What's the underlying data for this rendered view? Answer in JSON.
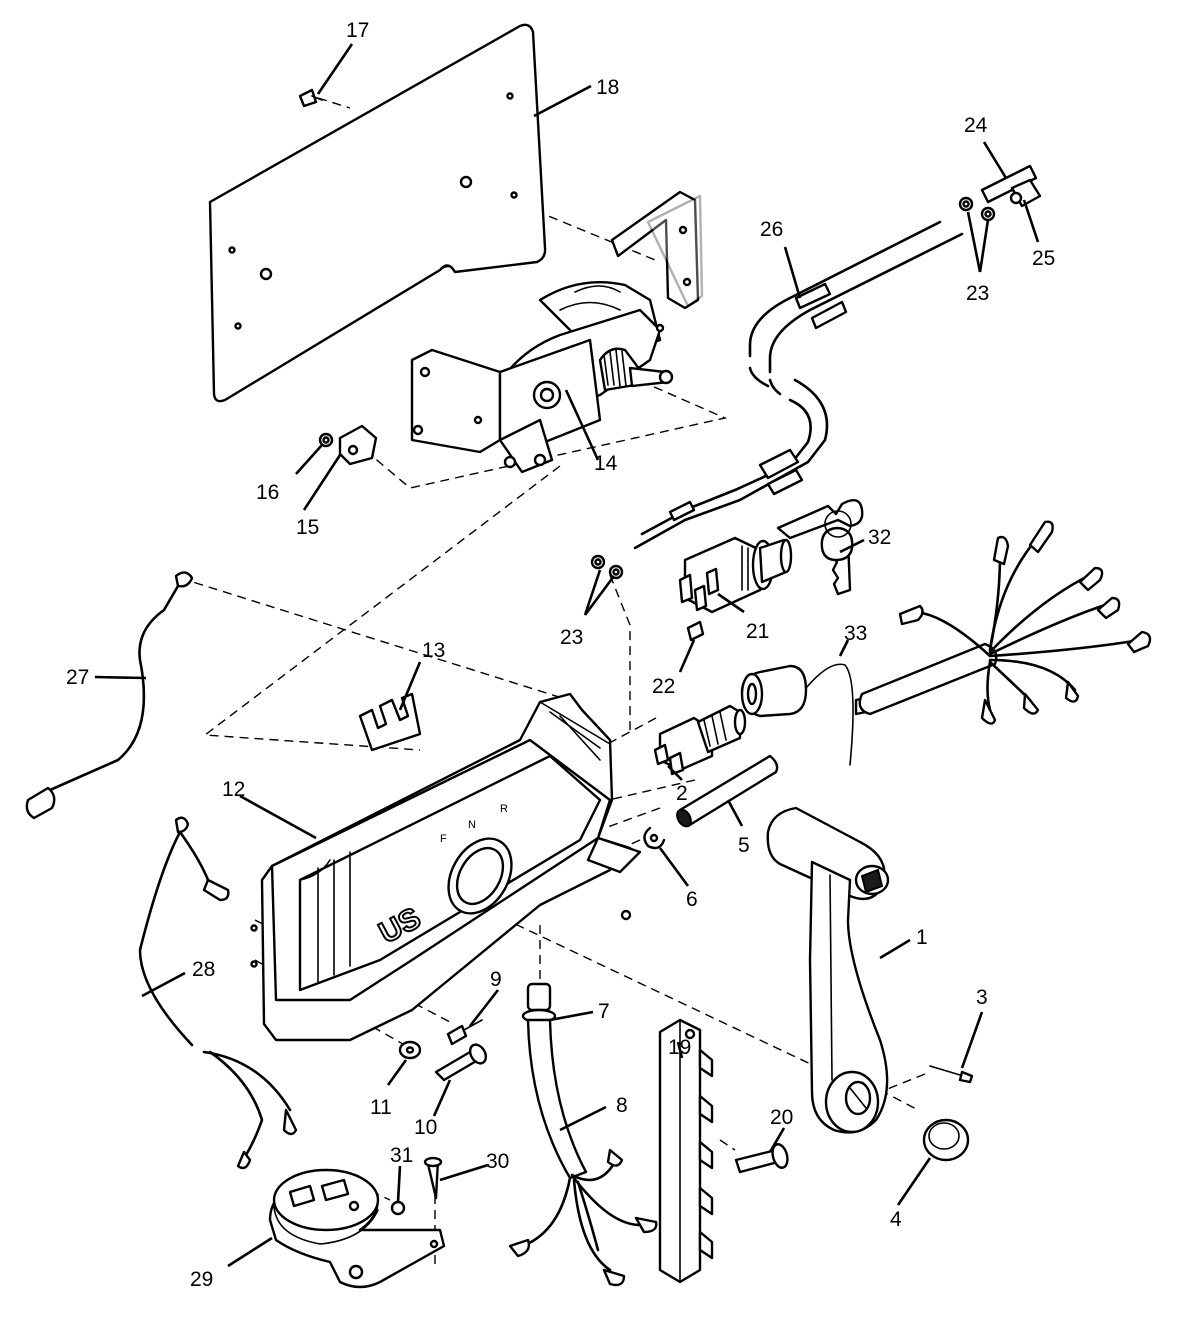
{
  "diagram": {
    "callouts": [
      {
        "id": "1",
        "label": "1"
      },
      {
        "id": "2",
        "label": "2"
      },
      {
        "id": "3",
        "label": "3"
      },
      {
        "id": "4",
        "label": "4"
      },
      {
        "id": "5",
        "label": "5"
      },
      {
        "id": "6",
        "label": "6"
      },
      {
        "id": "7",
        "label": "7"
      },
      {
        "id": "8",
        "label": "8"
      },
      {
        "id": "9",
        "label": "9"
      },
      {
        "id": "10",
        "label": "10"
      },
      {
        "id": "11",
        "label": "11"
      },
      {
        "id": "12",
        "label": "12"
      },
      {
        "id": "13",
        "label": "13"
      },
      {
        "id": "14",
        "label": "14"
      },
      {
        "id": "15",
        "label": "15"
      },
      {
        "id": "16",
        "label": "16"
      },
      {
        "id": "17",
        "label": "17"
      },
      {
        "id": "18",
        "label": "18"
      },
      {
        "id": "19",
        "label": "19"
      },
      {
        "id": "20",
        "label": "20"
      },
      {
        "id": "21",
        "label": "21"
      },
      {
        "id": "22",
        "label": "22"
      },
      {
        "id": "23a",
        "label": "23"
      },
      {
        "id": "23b",
        "label": "23"
      },
      {
        "id": "24",
        "label": "24"
      },
      {
        "id": "25",
        "label": "25"
      },
      {
        "id": "26",
        "label": "26"
      },
      {
        "id": "27",
        "label": "27"
      },
      {
        "id": "28",
        "label": "28"
      },
      {
        "id": "29",
        "label": "29"
      },
      {
        "id": "30",
        "label": "30"
      },
      {
        "id": "31",
        "label": "31"
      },
      {
        "id": "32",
        "label": "32"
      },
      {
        "id": "33",
        "label": "33"
      }
    ],
    "housing_markings": {
      "brand": "US",
      "shift_letters": [
        "F",
        "N",
        "R"
      ]
    }
  }
}
